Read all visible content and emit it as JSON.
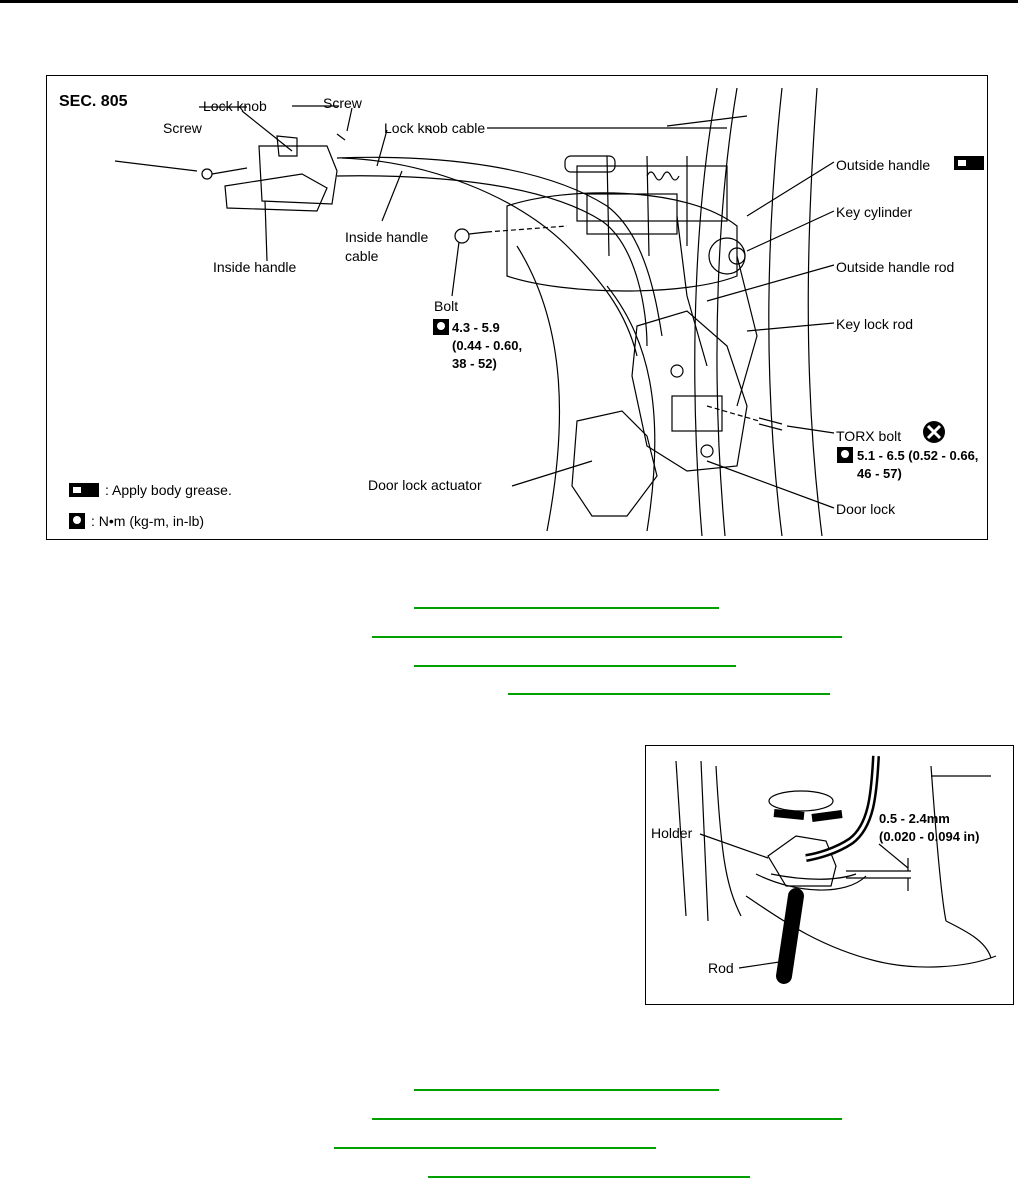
{
  "main_figure": {
    "section": "SEC. 805",
    "labels": {
      "lock_knob": "Lock knob",
      "screw_top": "Screw",
      "screw_left": "Screw",
      "lock_knob_cable": "Lock knob cable",
      "inside_handle_cable_1": "Inside handle",
      "inside_handle_cable_2": "cable",
      "inside_handle": "Inside handle",
      "bolt": "Bolt",
      "bolt_torque_1": "4.3 - 5.9",
      "bolt_torque_2": "(0.44 - 0.60,",
      "bolt_torque_3": "38 - 52)",
      "outside_handle": "Outside handle",
      "key_cylinder": "Key cylinder",
      "outside_handle_rod": "Outside handle rod",
      "key_lock_rod": "Key lock rod",
      "torx_bolt": "TORX bolt",
      "torx_torque_1": "5.1 - 6.5 (0.52 - 0.66,",
      "torx_torque_2": "46 - 57)",
      "door_lock_actuator": "Door lock actuator",
      "door_lock": "Door lock"
    },
    "legend": {
      "grease": ": Apply body grease.",
      "torque": ": N•m  (kg-m,  in-lb)"
    }
  },
  "inset_figure": {
    "labels": {
      "holder": "Holder",
      "rod": "Rod",
      "gap_1": "0.5 - 2.4mm",
      "gap_2": "(0.020 - 0.094 in)"
    }
  },
  "colors": {
    "link": "#00a000"
  }
}
